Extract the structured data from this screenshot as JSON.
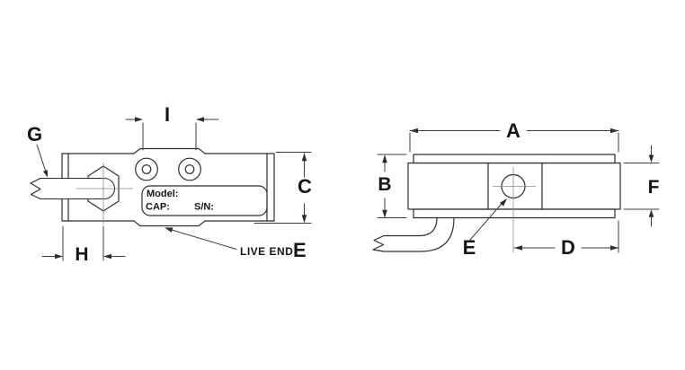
{
  "colors": {
    "background": "#ffffff",
    "line": "#2d2d2d",
    "dimension_line": "#3c3c3c",
    "centerline": "#8a8a8a",
    "text": "#161616"
  },
  "top_view": {
    "labels": {
      "g": "G",
      "i": "I",
      "c": "C",
      "h": "H",
      "e": "E"
    },
    "live_end": "LIVE END",
    "nameplate": {
      "model": "Model:",
      "cap": "CAP:",
      "sn": "S/N:"
    }
  },
  "side_view": {
    "labels": {
      "a": "A",
      "b": "B",
      "d": "D",
      "e": "E",
      "f": "F"
    }
  }
}
